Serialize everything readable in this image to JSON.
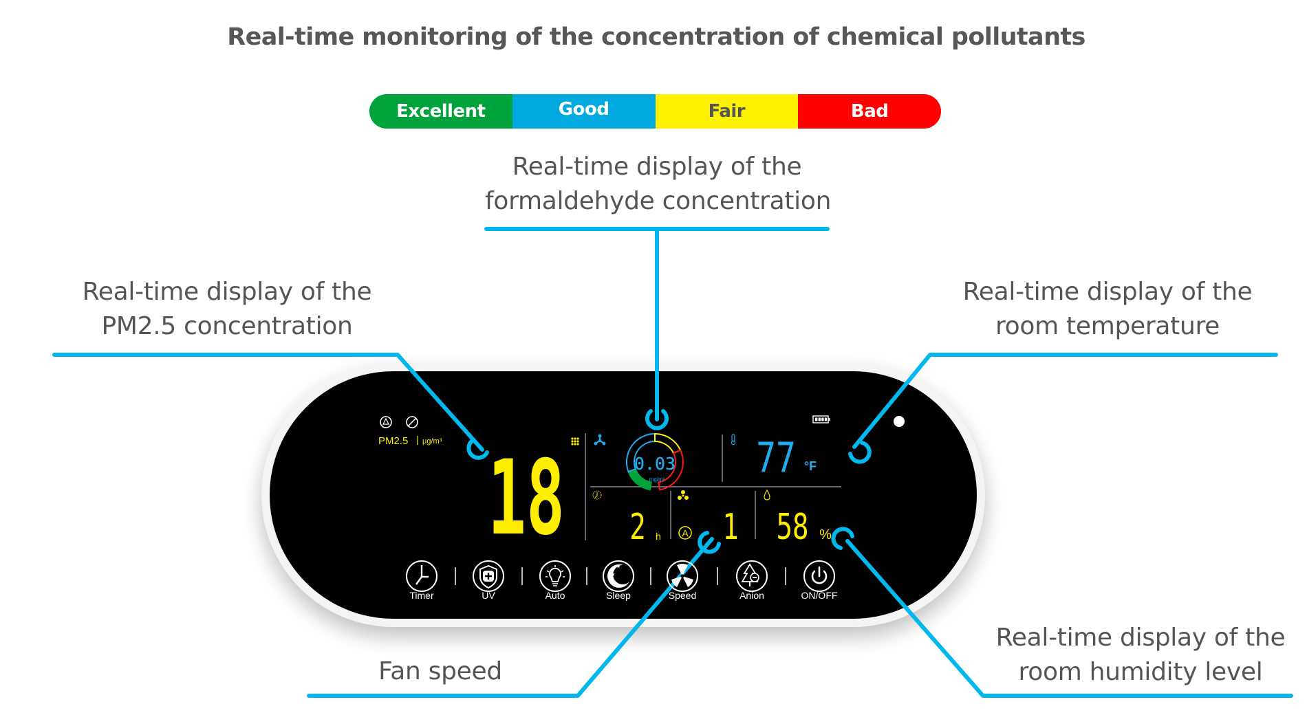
{
  "title": "Real-time monitoring of the concentration of chemical pollutants",
  "scale": {
    "segments": [
      {
        "label": "Excellent",
        "color": "#00a23b",
        "text_color": "#ffffff"
      },
      {
        "label": "Good",
        "color": "#00aadf",
        "text_color": "#ffffff"
      },
      {
        "label": "Fair",
        "color": "#fff200",
        "text_color": "#555555"
      },
      {
        "label": "Bad",
        "color": "#ff0000",
        "text_color": "#ffffff"
      }
    ]
  },
  "callouts": {
    "formaldehyde": {
      "line1": "Real-time display of the",
      "line2": "formaldehyde concentration"
    },
    "pm25": {
      "line1": "Real-time display of the",
      "line2": "PM2.5 concentration"
    },
    "temperature": {
      "line1": "Real-time display of the",
      "line2": "room temperature"
    },
    "fan_speed": {
      "line1": "Fan speed"
    },
    "humidity": {
      "line1": "Real-time display of the",
      "line2": "room humidity level"
    }
  },
  "display": {
    "pm25_label": "PM2.5",
    "pm25_unit": "μg/m³",
    "pm25_value": "18",
    "formaldehyde_value": "0.03",
    "formaldehyde_unit": "mg/m³",
    "temperature_value": "77",
    "temperature_unit": "°F",
    "timer_value": "2",
    "timer_unit": "h",
    "fan_mode": "A",
    "fan_speed_value": "1",
    "humidity_value": "58",
    "humidity_unit": "%",
    "battery_level": 1.0
  },
  "colors": {
    "accent": "#00b8ec",
    "yellow": "#ffee00",
    "cyan_digits": "#1eaef0",
    "panel": "#000000"
  },
  "buttons": [
    {
      "label": "Timer",
      "icon": "clock-icon"
    },
    {
      "label": "UV",
      "icon": "shield-plus-icon"
    },
    {
      "label": "Auto",
      "icon": "lightbulb-icon"
    },
    {
      "label": "Sleep",
      "icon": "moon-stars-icon"
    },
    {
      "label": "Speed",
      "icon": "fan-icon"
    },
    {
      "label": "Anion",
      "icon": "tree-anion-icon"
    },
    {
      "label": "ON/OFF",
      "icon": "power-icon"
    }
  ]
}
